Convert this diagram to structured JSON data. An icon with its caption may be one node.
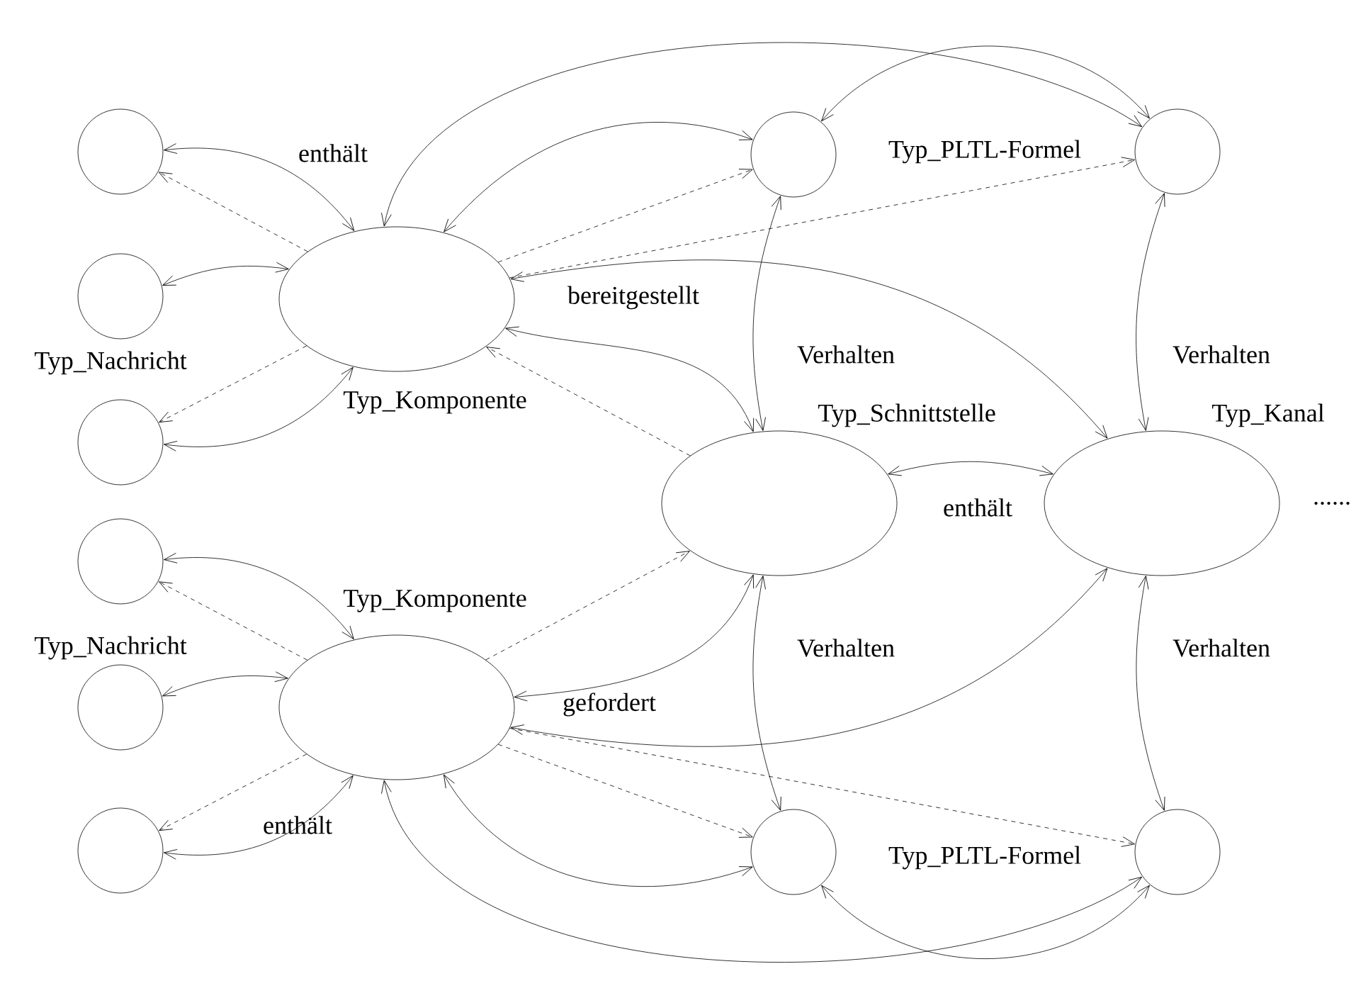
{
  "diagram": {
    "nodes": [
      {
        "text": [],
        "shape": "circle"
      },
      {
        "text": [],
        "shape": "circle"
      },
      {
        "text": [],
        "shape": "circle"
      },
      {
        "text": [],
        "shape": "ellipse",
        "beside": [
          "Typ_Komponente"
        ]
      },
      {
        "text": [],
        "shape": "circle"
      },
      {
        "text": [],
        "shape": "circle"
      },
      {
        "text": [],
        "shape": "circle"
      },
      {
        "text": [],
        "shape": "ellipse",
        "beside": [
          "Typ_Komponente"
        ]
      },
      {
        "text": [],
        "shape": "circle"
      },
      {
        "text": [],
        "shape": "circle"
      },
      {
        "text": [],
        "shape": "ellipse",
        "beside": [
          "Typ_Schnittstelle"
        ]
      },
      {
        "text": [],
        "shape": "ellipse",
        "beside": [
          "Typ_Kanal"
        ]
      },
      {
        "text": [],
        "shape": "circle"
      },
      {
        "text": [],
        "shape": "circle"
      }
    ],
    "edges": [
      {
        "from": 3,
        "to": 0,
        "arrow": "both",
        "label": "enthält"
      },
      {
        "from": 3,
        "to": 0,
        "arrow": "to",
        "style": "dashed"
      },
      {
        "from": 3,
        "to": 1,
        "arrow": "both"
      },
      {
        "from": 3,
        "to": 2,
        "arrow": "to",
        "style": "dashed"
      },
      {
        "from": 3,
        "to": 2,
        "arrow": "both"
      },
      {
        "from": 3,
        "to": 9,
        "arrow": "both"
      },
      {
        "from": 3,
        "to": 8,
        "arrow": "both"
      },
      {
        "from": 3,
        "to": 8,
        "arrow": "to",
        "style": "dashed"
      },
      {
        "from": 3,
        "to": 9,
        "arrow": "to",
        "style": "dashed"
      },
      {
        "from": 3,
        "to": 11,
        "arrow": "both",
        "label": "bereitgestellt"
      },
      {
        "from": 3,
        "to": 10,
        "arrow": "both"
      },
      {
        "from": 10,
        "to": 3,
        "arrow": "to",
        "style": "dashed"
      },
      {
        "from": 8,
        "to": 9,
        "arrow": "both"
      },
      {
        "from": 8,
        "to": 10,
        "arrow": "both",
        "label": "Verhalten"
      },
      {
        "from": 9,
        "to": 11,
        "arrow": "both",
        "label": "Verhalten"
      },
      {
        "from": 10,
        "to": 11,
        "arrow": "both",
        "label": "enthält"
      },
      {
        "from": 10,
        "to": 12,
        "arrow": "both",
        "label": "Verhalten"
      },
      {
        "from": 11,
        "to": 13,
        "arrow": "both",
        "label": "Verhalten"
      },
      {
        "from": 12,
        "to": 13,
        "arrow": "both"
      },
      {
        "from": 7,
        "to": 4,
        "arrow": "both"
      },
      {
        "from": 7,
        "to": 4,
        "arrow": "to",
        "style": "dashed"
      },
      {
        "from": 7,
        "to": 5,
        "arrow": "both"
      },
      {
        "from": 7,
        "to": 6,
        "arrow": "to",
        "style": "dashed"
      },
      {
        "from": 7,
        "to": 6,
        "arrow": "both",
        "label": "enthält"
      },
      {
        "from": 7,
        "to": 10,
        "arrow": "to",
        "style": "dashed"
      },
      {
        "from": 7,
        "to": 10,
        "arrow": "both"
      },
      {
        "from": 7,
        "to": 11,
        "arrow": "both",
        "label": "gefordert"
      },
      {
        "from": 7,
        "to": 12,
        "arrow": "to",
        "style": "dashed"
      },
      {
        "from": 7,
        "to": 13,
        "arrow": "to",
        "style": "dashed"
      },
      {
        "from": 7,
        "to": 12,
        "arrow": "both"
      },
      {
        "from": 7,
        "to": 13,
        "arrow": "both"
      }
    ],
    "labels": [
      "Typ_PLTL-Formel",
      "Typ_Nachricht",
      "......",
      "Typ_Nachricht",
      "Typ_PLTL-Formel"
    ]
  }
}
